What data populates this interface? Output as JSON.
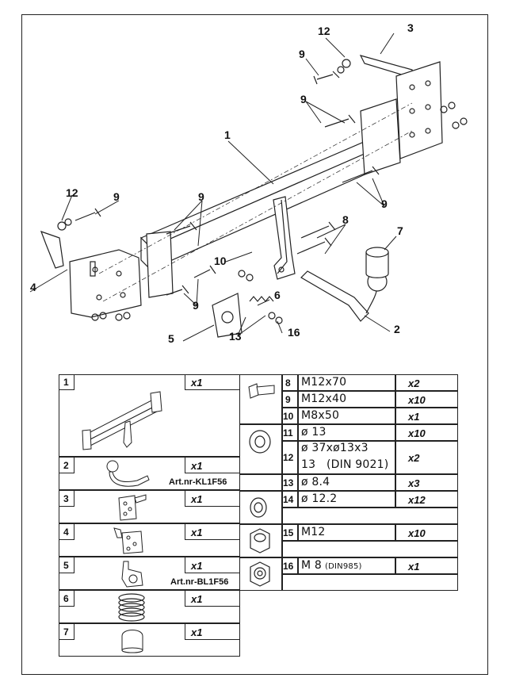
{
  "callouts": {
    "c1": "1",
    "c2": "2",
    "c3": "3",
    "c4": "4",
    "c5": "5",
    "c6": "6",
    "c7": "7",
    "c8": "8",
    "c9": "9",
    "c10": "10",
    "c12": "12",
    "c13": "13",
    "c16": "16"
  },
  "left_table": [
    {
      "num": "1",
      "qty": "x1"
    },
    {
      "num": "2",
      "qty": "x1",
      "art": "Art.nr-KL1F56"
    },
    {
      "num": "3",
      "qty": "x1"
    },
    {
      "num": "4",
      "qty": "x1"
    },
    {
      "num": "5",
      "qty": "x1",
      "art": "Art.nr-BL1F56"
    },
    {
      "num": "6",
      "qty": "x1"
    },
    {
      "num": "7",
      "qty": "x1"
    }
  ],
  "right_table": [
    {
      "num": "8",
      "spec": "M12x70",
      "qty": "x2"
    },
    {
      "num": "9",
      "spec": "M12x40",
      "qty": "x10"
    },
    {
      "num": "10",
      "spec": "M8x50",
      "qty": "x1"
    },
    {
      "num": "11",
      "spec": "ø 13",
      "qty": "x10"
    },
    {
      "num": "12",
      "spec": "ø 37xø13x3",
      "spec2": "13",
      "spec2b": "(DIN 9021)",
      "qty": "x2"
    },
    {
      "num": "13",
      "spec": "ø 8.4",
      "qty": "x3"
    },
    {
      "num": "14",
      "spec": "ø 12.2",
      "qty": "x12"
    },
    {
      "num": "15",
      "spec": "M12",
      "qty": "x10"
    },
    {
      "num": "16",
      "spec": "M 8",
      "spec_small": "(DIN985)",
      "qty": "x1"
    }
  ]
}
